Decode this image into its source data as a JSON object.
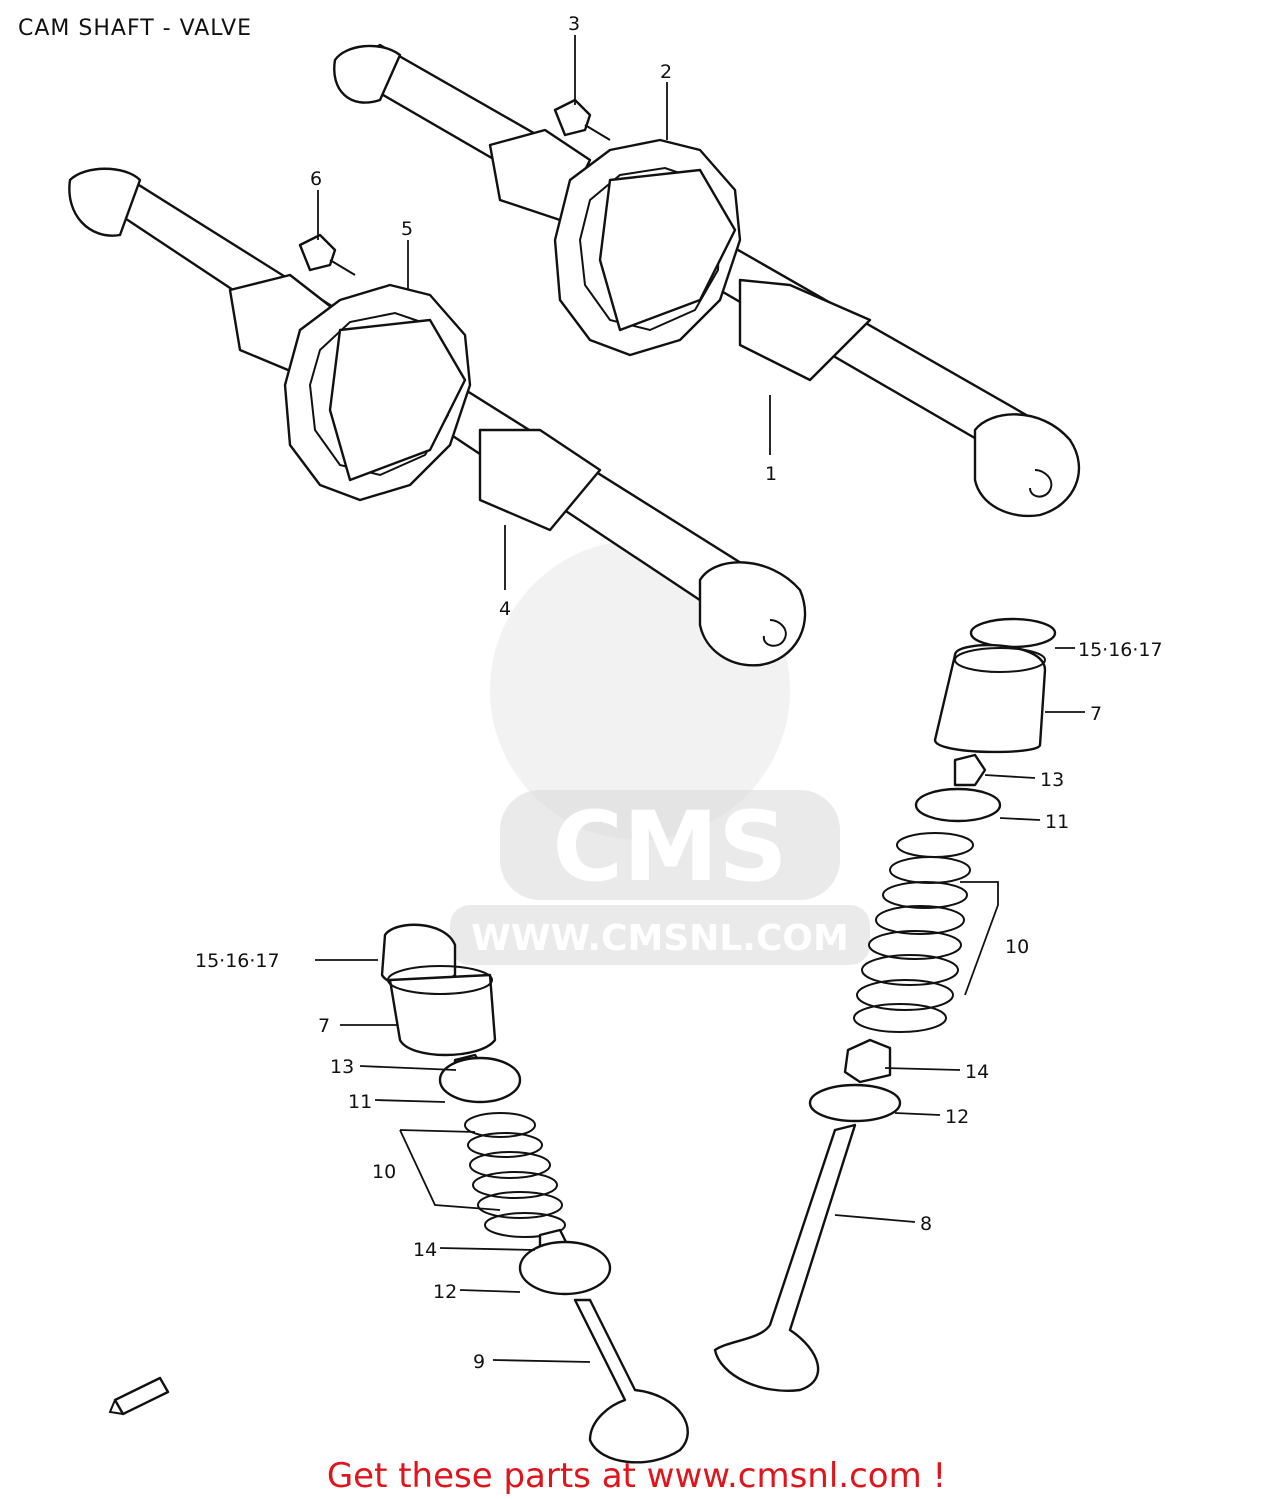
{
  "page": {
    "title": "CAM SHAFT - VALVE",
    "footer_text": "Get these parts at www.cmsnl.com !"
  },
  "watermark": {
    "brand": "CMS",
    "url": "WWW.CMSNL.COM"
  },
  "callouts": {
    "c1": "1",
    "c2": "2",
    "c3": "3",
    "c4": "4",
    "c5": "5",
    "c6": "6",
    "c7_right": "7",
    "c7_left": "7",
    "c8": "8",
    "c9": "9",
    "c10_right": "10",
    "c10_left": "10",
    "c11_right": "11",
    "c11_left": "11",
    "c12_right": "12",
    "c12_left": "12",
    "c13_right": "13",
    "c13_left": "13",
    "c14_right": "14",
    "c14_left": "14",
    "c15_right": "15·16·17",
    "c15_left": "15·16·17"
  },
  "colors": {
    "line": "#111111",
    "footer": "#e0141b",
    "watermark": "#d9d9d9"
  }
}
